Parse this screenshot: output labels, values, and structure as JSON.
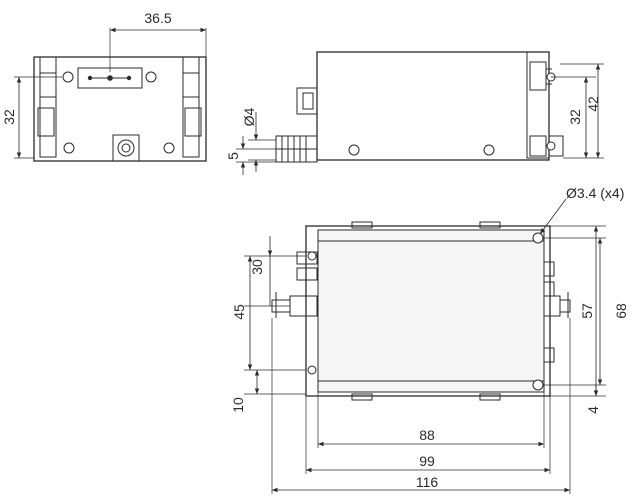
{
  "dimensions": {
    "front_width": "36.5",
    "front_height": "32",
    "side_diameter": "Ø4",
    "side_offset": "5",
    "side_height_inner": "32",
    "side_height_outer": "42",
    "top_hole_callout": "Ø3.4 (x4)",
    "top_left_upper": "30",
    "top_left_mid": "45",
    "top_left_low": "10",
    "top_right_span": "57",
    "top_right_outer": "68",
    "top_right_offset": "4",
    "bottom_inner": "88",
    "bottom_mid": "99",
    "bottom_outer": "116"
  }
}
